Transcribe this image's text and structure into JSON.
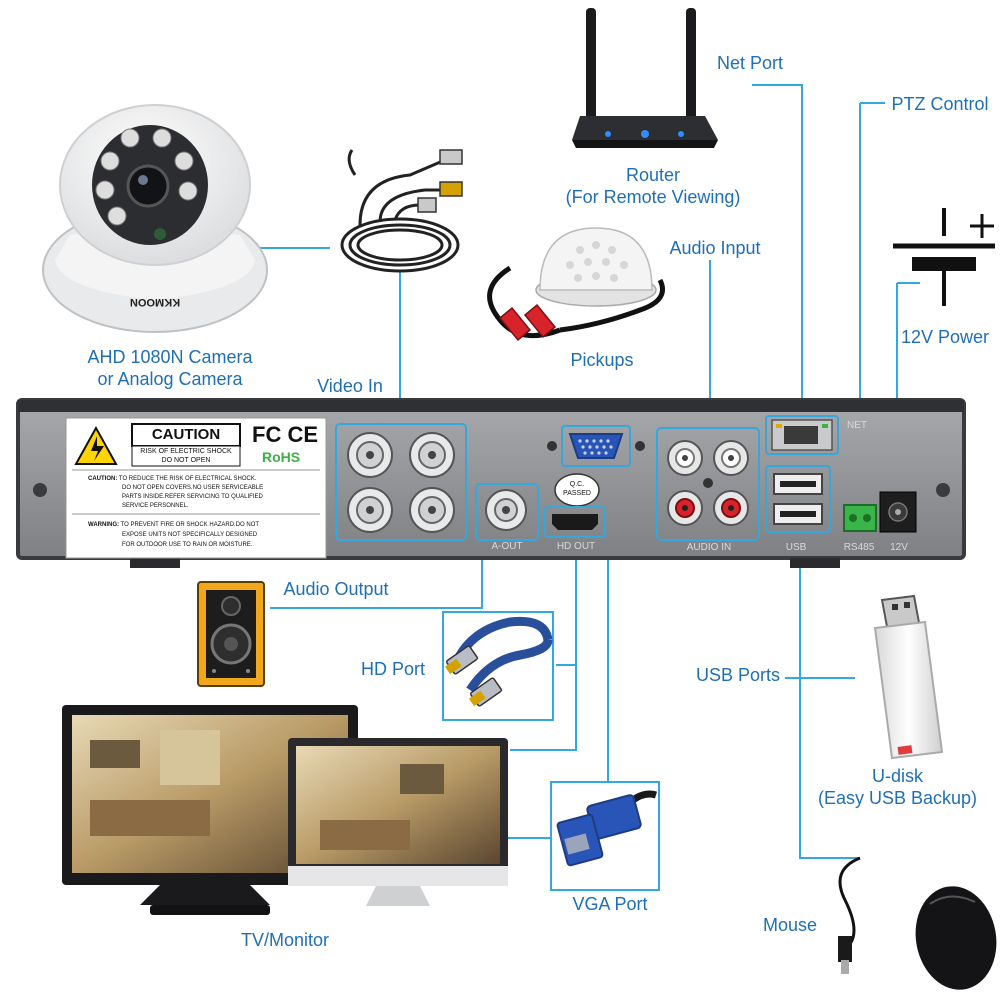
{
  "colors": {
    "label": "#1f6fb5",
    "connector": "#35a7df",
    "panel": "#8e9094",
    "panel_dark": "#2b2b2d"
  },
  "labels": {
    "camera_line1": "AHD 1080N Camera",
    "camera_line2": "or Analog Camera",
    "video_in": "Video In",
    "net_port": "Net Port",
    "router_line1": "Router",
    "router_line2": "(For Remote Viewing)",
    "audio_input": "Audio Input",
    "pickups": "Pickups",
    "ptz_control": "PTZ Control",
    "power_12v": "12V Power",
    "audio_output": "Audio Output",
    "hd_port": "HD Port",
    "usb_ports": "USB Ports",
    "udisk_line1": "U-disk",
    "udisk_line2": "(Easy USB Backup)",
    "tv_monitor": "TV/Monitor",
    "vga_port": "VGA Port",
    "mouse": "Mouse"
  },
  "panel_text": {
    "caution": "CAUTION",
    "shock_line1": "RISK OF ELECTRIC SHOCK",
    "shock_line2": "DO NOT OPEN",
    "fcc": "FC CE",
    "rohs": "RoHS",
    "caution_note_label": "CAUTION:",
    "caution_note_1": "TO REDUCE THE RISK OF ELECTRICAL SHOCK.",
    "caution_note_2": "DO NOT OPEN COVERS.NO USER SERVICEABLE",
    "caution_note_3": "PARTS INSIDE.REFER SERVICING TO QUALIFIED",
    "caution_note_4": "SERVICE PERSONNEL.",
    "warning_label": "WARNING:",
    "warning_1": "TO PREVENT FIRE OR SHOCK HAZARD.DO NOT",
    "warning_2": "EXPOSE UNITS NOT SPECIFICALLY DESIGNED",
    "warning_3": "FOR OUTDOOR USE TO RAIN OR MOISTURE.",
    "qc_line1": "Q.C.",
    "qc_line2": "PASSED",
    "a_out": "A-OUT",
    "hd_out": "HD OUT",
    "audio_in": "AUDIO IN",
    "usb": "USB",
    "net": "NET",
    "rs485": "RS485",
    "dc12v": "12V",
    "brand": "KKMOON"
  }
}
